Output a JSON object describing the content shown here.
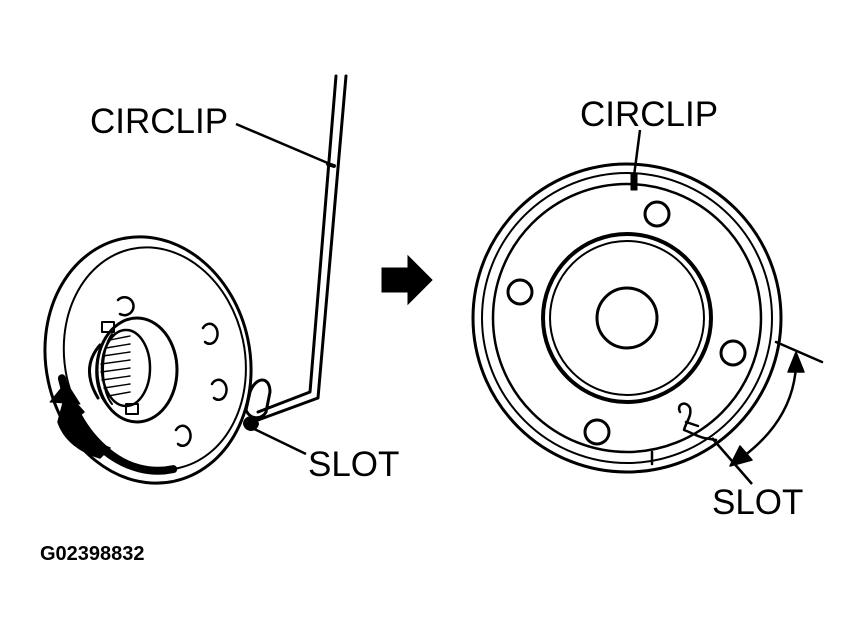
{
  "labels": {
    "left_circlip": "CIRCLIP",
    "left_slot": "SLOT",
    "right_circlip": "CIRCLIP",
    "right_slot": "SLOT",
    "figure_id": "G02398832"
  },
  "colors": {
    "ink": "#000000",
    "paper": "#ffffff"
  }
}
